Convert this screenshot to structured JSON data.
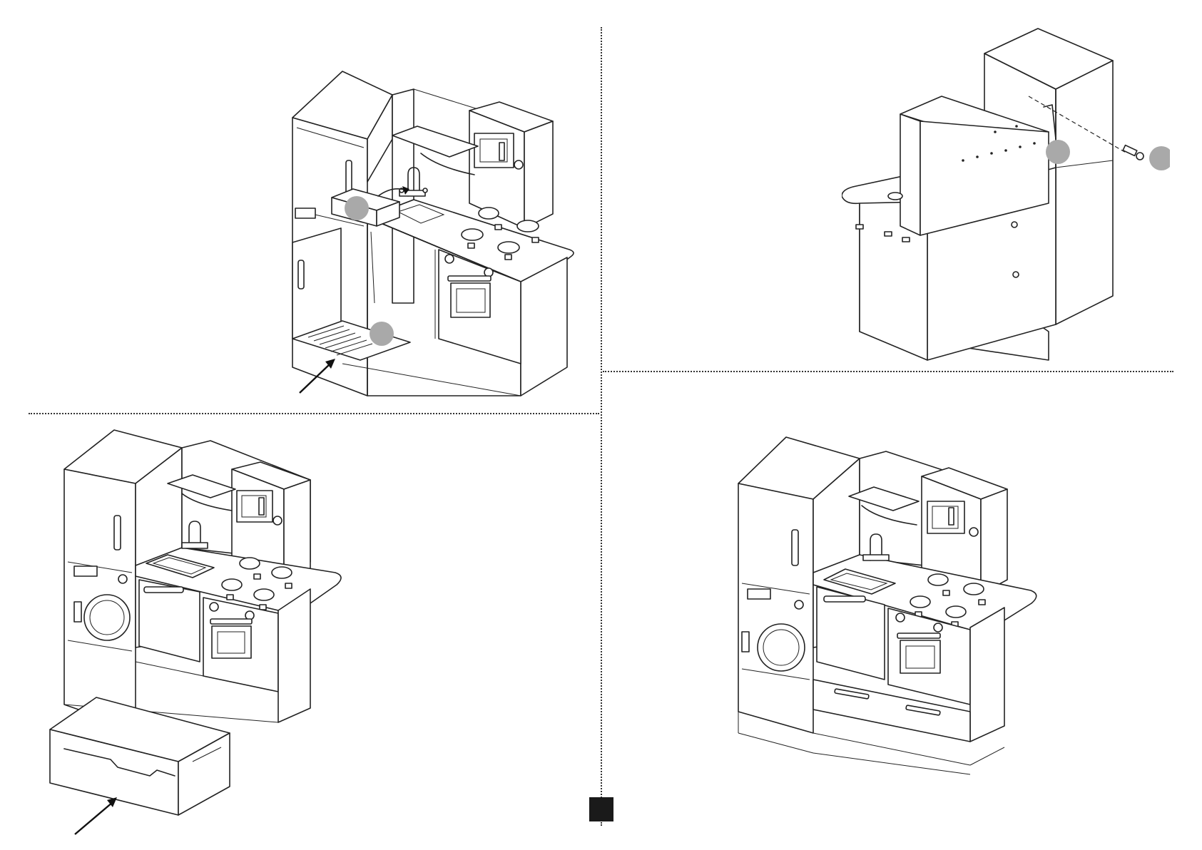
{
  "steps": [
    {
      "id": "step-sink-and-shelf",
      "parts": [
        "sink-basin",
        "bottom-shelf"
      ]
    },
    {
      "id": "step-attach-side-panel",
      "parts": [
        "side-panel",
        "screw"
      ]
    },
    {
      "id": "step-insert-drawer",
      "parts": [
        "drawer"
      ]
    },
    {
      "id": "step-completed-kitchen",
      "parts": []
    }
  ],
  "colors": {
    "line": "#222222",
    "callout": "#a9a9a9",
    "background": "#ffffff"
  },
  "icons": {
    "arrow": "insert-arrow-icon",
    "callout": "part-callout-icon"
  }
}
